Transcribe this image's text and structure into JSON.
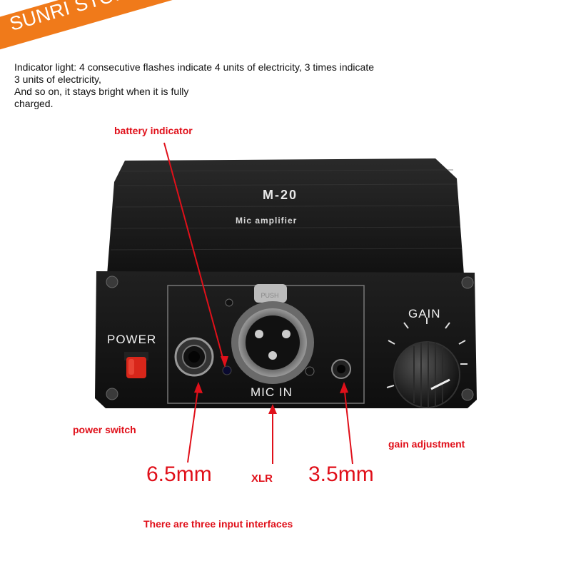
{
  "store": {
    "watermark": "SUNRI STORE",
    "accent": "#f07a1a"
  },
  "info": {
    "line1": "Indicator light: 4 consecutive flashes indicate 4 units of electricity, 3 times indicate",
    "line2": "3 units of electricity,",
    "line3": "And so on, it stays bright when it is fully",
    "line4": "charged."
  },
  "device": {
    "model": "M-20",
    "subtitle": "Mic amplifier",
    "power_label": "POWER",
    "gain_label": "GAIN",
    "input_label": "MIC IN"
  },
  "callouts": {
    "battery": "battery indicator",
    "power": "power switch",
    "gain": "gain adjustment",
    "jack_large": "6.5mm",
    "xlr": "XLR",
    "jack_small": "3.5mm",
    "footer": "There are three input interfaces"
  },
  "colors": {
    "callout_red": "#e0101a",
    "body_black": "#1a1a1a"
  }
}
